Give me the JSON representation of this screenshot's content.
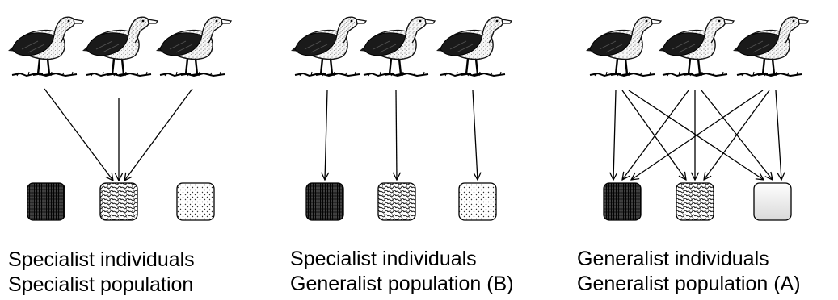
{
  "panels": [
    {
      "id": "specialist-specialist",
      "caption": [
        "Specialist individuals",
        "Specialist population"
      ],
      "resources": [
        "dark",
        "wavy",
        "dotted"
      ],
      "links": [
        [
          0,
          1
        ],
        [
          1,
          1
        ],
        [
          2,
          1
        ]
      ]
    },
    {
      "id": "specialist-generalist-B",
      "caption": [
        "Specialist individuals",
        "Generalist population (B)"
      ],
      "resources": [
        "dark",
        "wavy",
        "dotted"
      ],
      "links": [
        [
          0,
          0
        ],
        [
          1,
          1
        ],
        [
          2,
          2
        ]
      ]
    },
    {
      "id": "generalist-generalist-A",
      "caption": [
        "Generalist individuals",
        "Generalist population (A)"
      ],
      "resources": [
        "dark",
        "wavy",
        "plain"
      ],
      "links": [
        [
          0,
          0
        ],
        [
          0,
          1
        ],
        [
          0,
          2
        ],
        [
          1,
          0
        ],
        [
          1,
          1
        ],
        [
          1,
          2
        ],
        [
          2,
          0
        ],
        [
          2,
          1
        ],
        [
          2,
          2
        ]
      ]
    }
  ],
  "colors": {
    "ink": "#000000",
    "bird_dark": "#1a1a1a",
    "bird_light": "#f4f4f4",
    "plain_fill": "#e6e6e6"
  },
  "icons": {
    "bird": "albatross-icon"
  }
}
